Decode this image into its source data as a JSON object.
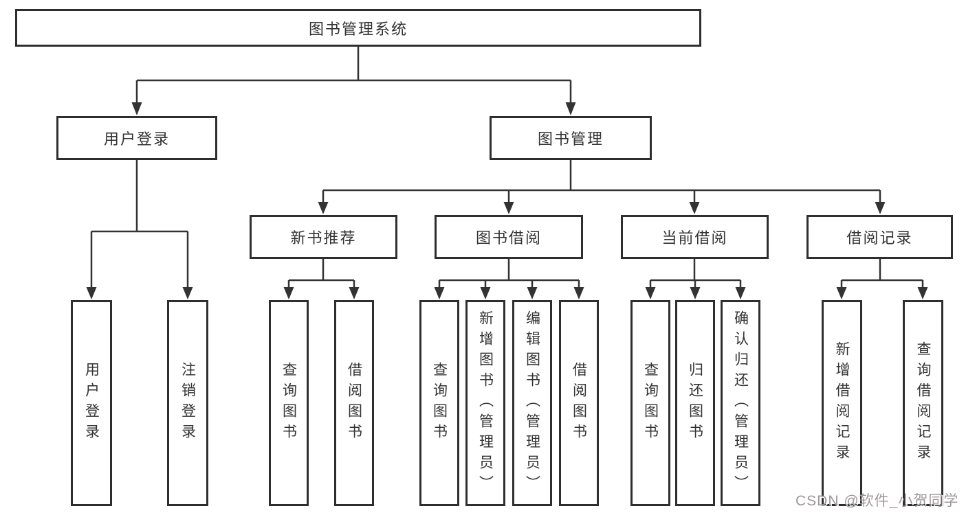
{
  "diagram": {
    "title": "图书管理系统",
    "branches": [
      {
        "label": "用户登录",
        "children": [
          "用户登录",
          "注销登录"
        ]
      },
      {
        "label": "图书管理",
        "children": [
          {
            "label": "新书推荐",
            "children": [
              "查询图书",
              "借阅图书"
            ]
          },
          {
            "label": "图书借阅",
            "children": [
              "查询图书",
              "新增图书（管理员）",
              "编辑图书（管理员）",
              "借阅图书"
            ]
          },
          {
            "label": "当前借阅",
            "children": [
              "查询图书",
              "归还图书",
              "确认归还（管理员）"
            ]
          },
          {
            "label": "借阅记录",
            "children": [
              "新增借阅记录",
              "查询借阅记录"
            ]
          }
        ]
      }
    ]
  },
  "watermark": {
    "text": "CSDN @软件_小贺同学"
  },
  "colors": {
    "background": "#ffffff",
    "box_border": "#2e2e2e",
    "connector_line": "#333333",
    "text": "#333333",
    "watermark_text": "#a09898"
  }
}
